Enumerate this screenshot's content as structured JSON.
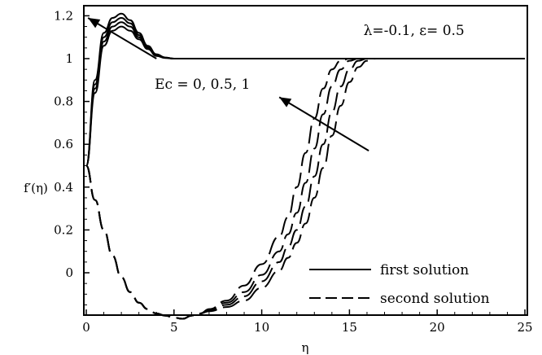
{
  "chart_data": {
    "type": "line",
    "xlabel": "η",
    "ylabel": "f′(η)",
    "xlim": [
      0,
      25
    ],
    "ylim": [
      -0.2,
      1.23
    ],
    "x_ticks": [
      0,
      5,
      10,
      15,
      20,
      25
    ],
    "y_ticks": [
      0,
      0.2,
      0.4,
      0.6,
      0.8,
      1,
      1.2
    ],
    "grid": false,
    "annotations": [
      {
        "text": "λ=-0.1, ε= 0.5",
        "x": 15.8,
        "y": 1.11
      },
      {
        "text": "Ec = 0, 0.5, 1",
        "x": 3.9,
        "y": 0.86
      }
    ],
    "arrows": [
      {
        "from": [
          4.0,
          1.0
        ],
        "to": [
          0.1,
          1.19
        ]
      },
      {
        "from": [
          16.1,
          0.57
        ],
        "to": [
          11.0,
          0.82
        ]
      }
    ],
    "legend": {
      "placement": "bottom-right",
      "entries": [
        {
          "label": "first solution",
          "style": "solid"
        },
        {
          "label": "second solution",
          "style": "dashed"
        }
      ]
    },
    "series": [
      {
        "style": "solid",
        "x": [
          0,
          0.5,
          1,
          1.5,
          2,
          2.5,
          3,
          3.5,
          4,
          4.5,
          5,
          6,
          8,
          25
        ],
        "y": [
          0.5,
          0.9,
          1.12,
          1.19,
          1.21,
          1.18,
          1.12,
          1.06,
          1.02,
          1.005,
          1.0,
          1.0,
          1.0,
          1.0
        ]
      },
      {
        "style": "solid",
        "x": [
          0,
          0.5,
          1,
          1.5,
          2,
          2.5,
          3,
          3.5,
          4,
          4.5,
          5,
          6,
          8,
          25
        ],
        "y": [
          0.5,
          0.88,
          1.1,
          1.17,
          1.19,
          1.165,
          1.11,
          1.055,
          1.02,
          1.005,
          1.0,
          1.0,
          1.0,
          1.0
        ]
      },
      {
        "style": "solid",
        "x": [
          0,
          0.5,
          1,
          1.5,
          2,
          2.5,
          3,
          3.5,
          4,
          4.5,
          5,
          6,
          8,
          25
        ],
        "y": [
          0.5,
          0.86,
          1.08,
          1.15,
          1.17,
          1.15,
          1.1,
          1.05,
          1.015,
          1.004,
          1.0,
          1.0,
          1.0,
          1.0
        ]
      },
      {
        "style": "solid",
        "x": [
          0,
          0.5,
          1,
          1.5,
          2,
          2.5,
          3,
          3.5,
          4,
          4.5,
          5,
          6,
          8,
          25
        ],
        "y": [
          0.5,
          0.84,
          1.06,
          1.13,
          1.15,
          1.13,
          1.09,
          1.045,
          1.012,
          1.003,
          1.0,
          1.0,
          1.0,
          1.0
        ]
      },
      {
        "style": "dashed",
        "x": [
          0,
          0.5,
          1,
          1.5,
          2,
          2.5,
          3,
          3.5,
          4,
          4.5,
          5,
          5.5,
          6,
          6.5,
          7,
          8,
          9,
          10,
          11,
          11.5,
          12,
          12.5,
          13,
          13.5,
          14,
          14.5,
          15,
          15.5,
          16,
          17,
          25
        ],
        "y": [
          0.5,
          0.34,
          0.2,
          0.08,
          -0.02,
          -0.09,
          -0.14,
          -0.17,
          -0.19,
          -0.2,
          -0.21,
          -0.215,
          -0.2,
          -0.19,
          -0.17,
          -0.13,
          -0.06,
          0.04,
          0.17,
          0.26,
          0.4,
          0.56,
          0.72,
          0.86,
          0.95,
          0.99,
          1.0,
          1.0,
          1.0,
          1.0,
          1.0
        ]
      },
      {
        "style": "dashed",
        "x": [
          0,
          0.5,
          1,
          1.5,
          2,
          2.5,
          3,
          3.5,
          4,
          4.5,
          5,
          5.5,
          6,
          6.5,
          7,
          8,
          9,
          10,
          11,
          11.5,
          12,
          12.5,
          13,
          13.5,
          14,
          14.5,
          15,
          15.5,
          16,
          16.5,
          17,
          25
        ],
        "y": [
          0.5,
          0.34,
          0.2,
          0.08,
          -0.02,
          -0.09,
          -0.14,
          -0.17,
          -0.19,
          -0.2,
          -0.21,
          -0.215,
          -0.2,
          -0.19,
          -0.17,
          -0.14,
          -0.09,
          -0.01,
          0.1,
          0.18,
          0.28,
          0.42,
          0.58,
          0.74,
          0.87,
          0.95,
          0.99,
          1.0,
          1.0,
          1.0,
          1.0,
          1.0
        ]
      },
      {
        "style": "dashed",
        "x": [
          0,
          0.5,
          1,
          1.5,
          2,
          2.5,
          3,
          3.5,
          4,
          4.5,
          5,
          5.5,
          6,
          6.5,
          7,
          8,
          9,
          10,
          11,
          11.5,
          12,
          12.5,
          13,
          13.5,
          14,
          14.5,
          15,
          15.5,
          16,
          16.5,
          17,
          17.5,
          25
        ],
        "y": [
          0.5,
          0.34,
          0.2,
          0.08,
          -0.02,
          -0.09,
          -0.14,
          -0.17,
          -0.19,
          -0.2,
          -0.21,
          -0.215,
          -0.2,
          -0.19,
          -0.175,
          -0.15,
          -0.11,
          -0.04,
          0.05,
          0.12,
          0.2,
          0.31,
          0.45,
          0.6,
          0.75,
          0.87,
          0.95,
          0.99,
          1.0,
          1.0,
          1.0,
          1.0,
          1.0
        ]
      },
      {
        "style": "dashed",
        "x": [
          0,
          0.5,
          1,
          1.5,
          2,
          2.5,
          3,
          3.5,
          4,
          4.5,
          5,
          5.5,
          6,
          6.5,
          7,
          8,
          9,
          10,
          11,
          11.5,
          12,
          12.5,
          13,
          13.5,
          14,
          14.5,
          15,
          15.5,
          16,
          16.5,
          17,
          17.5,
          18,
          25
        ],
        "y": [
          0.5,
          0.34,
          0.2,
          0.08,
          -0.02,
          -0.09,
          -0.14,
          -0.17,
          -0.19,
          -0.2,
          -0.21,
          -0.215,
          -0.2,
          -0.19,
          -0.18,
          -0.16,
          -0.13,
          -0.07,
          0.01,
          0.07,
          0.14,
          0.23,
          0.35,
          0.49,
          0.64,
          0.78,
          0.89,
          0.96,
          0.99,
          1.0,
          1.0,
          1.0,
          1.0,
          1.0
        ]
      }
    ]
  }
}
